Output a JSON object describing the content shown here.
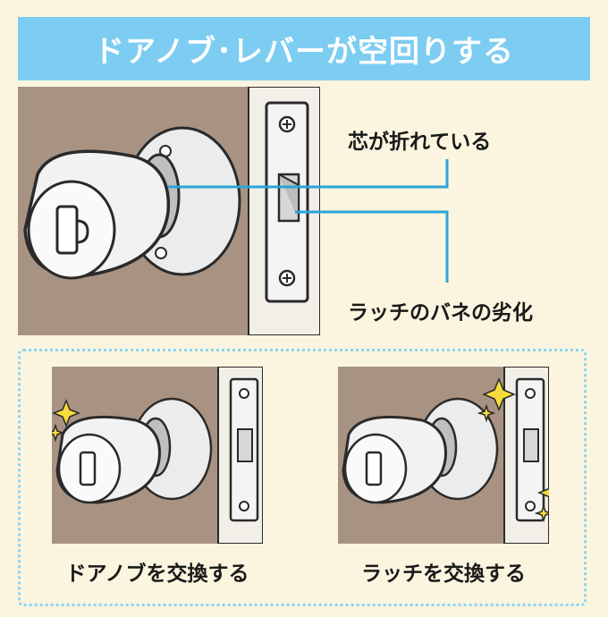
{
  "title": "ドアノブ･レバーが空回りする",
  "causes": {
    "core": "芯が折れている",
    "latch": "ラッチのバネの劣化"
  },
  "solutions": [
    {
      "label": "ドアノブを交換する"
    },
    {
      "label": "ラッチを交換する"
    }
  ],
  "colors": {
    "banner": "#7ccdf1",
    "background": "#fbf5df",
    "wall": "#a89383",
    "leader_line": "#2aa4d8",
    "sparkle": "#f6dc3a"
  },
  "icons": [
    "doorknob-illustration",
    "latch-plate-icon",
    "sparkle-icon"
  ]
}
